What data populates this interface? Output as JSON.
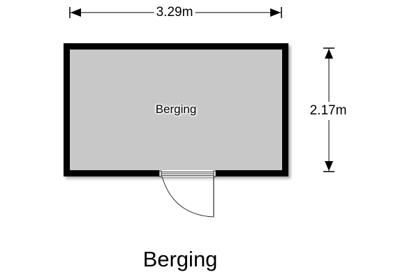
{
  "dimensions": {
    "width": "3.29m",
    "height": "2.17m"
  },
  "room": {
    "label": "Berging"
  },
  "plan_title": "Berging",
  "colors": {
    "wall": "#000000",
    "floor": "#c8c8c8",
    "line": "#000000"
  }
}
